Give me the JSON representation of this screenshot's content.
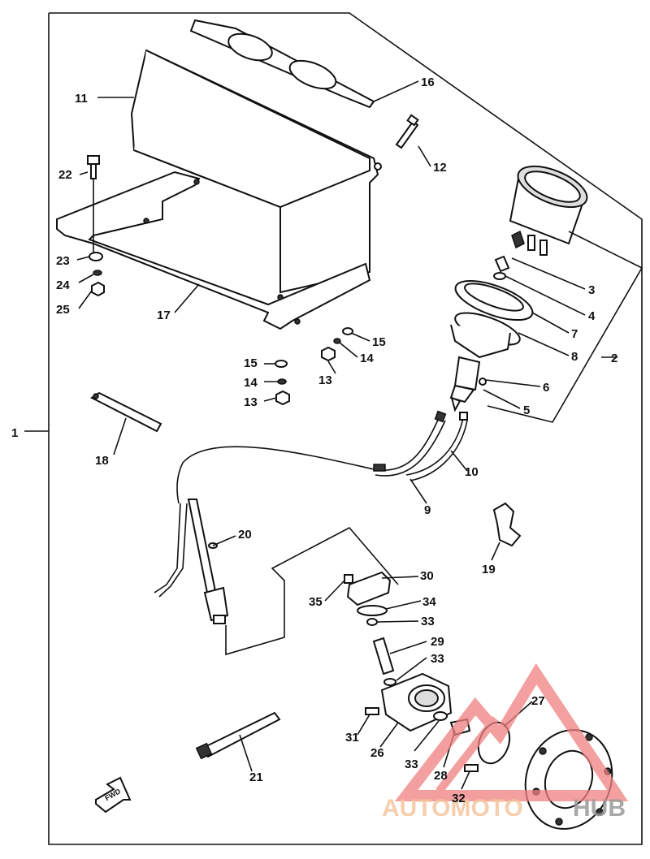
{
  "callouts": [
    {
      "id": "1",
      "text": "1"
    },
    {
      "id": "2",
      "text": "2"
    },
    {
      "id": "3",
      "text": "3"
    },
    {
      "id": "4",
      "text": "4"
    },
    {
      "id": "5",
      "text": "5"
    },
    {
      "id": "6",
      "text": "6"
    },
    {
      "id": "7",
      "text": "7"
    },
    {
      "id": "8",
      "text": "8"
    },
    {
      "id": "9",
      "text": "9"
    },
    {
      "id": "10",
      "text": "10"
    },
    {
      "id": "11",
      "text": "11"
    },
    {
      "id": "12",
      "text": "12"
    },
    {
      "id": "13a",
      "text": "13"
    },
    {
      "id": "13b",
      "text": "13"
    },
    {
      "id": "14a",
      "text": "14"
    },
    {
      "id": "14b",
      "text": "14"
    },
    {
      "id": "15a",
      "text": "15"
    },
    {
      "id": "15b",
      "text": "15"
    },
    {
      "id": "16",
      "text": "16"
    },
    {
      "id": "17",
      "text": "17"
    },
    {
      "id": "18",
      "text": "18"
    },
    {
      "id": "19",
      "text": "19"
    },
    {
      "id": "20",
      "text": "20"
    },
    {
      "id": "21",
      "text": "21"
    },
    {
      "id": "22",
      "text": "22"
    },
    {
      "id": "23",
      "text": "23"
    },
    {
      "id": "24",
      "text": "24"
    },
    {
      "id": "25",
      "text": "25"
    },
    {
      "id": "26",
      "text": "26"
    },
    {
      "id": "27",
      "text": "27"
    },
    {
      "id": "28",
      "text": "28"
    },
    {
      "id": "29",
      "text": "29"
    },
    {
      "id": "30",
      "text": "30"
    },
    {
      "id": "31",
      "text": "31"
    },
    {
      "id": "32",
      "text": "32"
    },
    {
      "id": "33a",
      "text": "33"
    },
    {
      "id": "33b",
      "text": "33"
    },
    {
      "id": "33c",
      "text": "33"
    },
    {
      "id": "34",
      "text": "34"
    },
    {
      "id": "35",
      "text": "35"
    }
  ],
  "fwd_arrow": "FWD",
  "watermark": {
    "prefix": "AUTOMOTO",
    "suffix": "HUB",
    "color_prefix": "#f5c6a0",
    "color_suffix": "#9a9a9a",
    "logo_color": "#f08080"
  }
}
